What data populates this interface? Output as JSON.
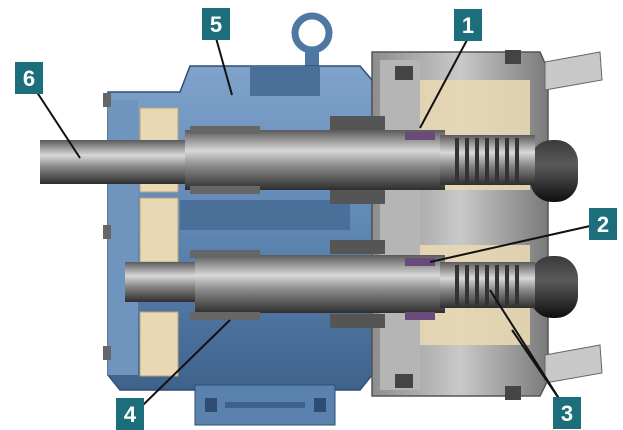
{
  "colors": {
    "housing_blue": "#5f87b3",
    "housing_blue_dark": "#3e628c",
    "housing_blue_light": "#8fb0d3",
    "rotor_grey": "#9a9a9a",
    "shaft_dark": "#3f3f3f",
    "shaft_light": "#bfbfbf",
    "tan": "#e8d8b4",
    "label_bg": "#1c6e7a",
    "label_text": "#ffffff",
    "leader": "#111111",
    "cap_black": "#1a1a1a"
  },
  "callouts": [
    {
      "id": "1",
      "text": "1"
    },
    {
      "id": "2",
      "text": "2"
    },
    {
      "id": "3",
      "text": "3"
    },
    {
      "id": "4",
      "text": "4"
    },
    {
      "id": "5",
      "text": "5"
    },
    {
      "id": "6",
      "text": "6"
    }
  ]
}
